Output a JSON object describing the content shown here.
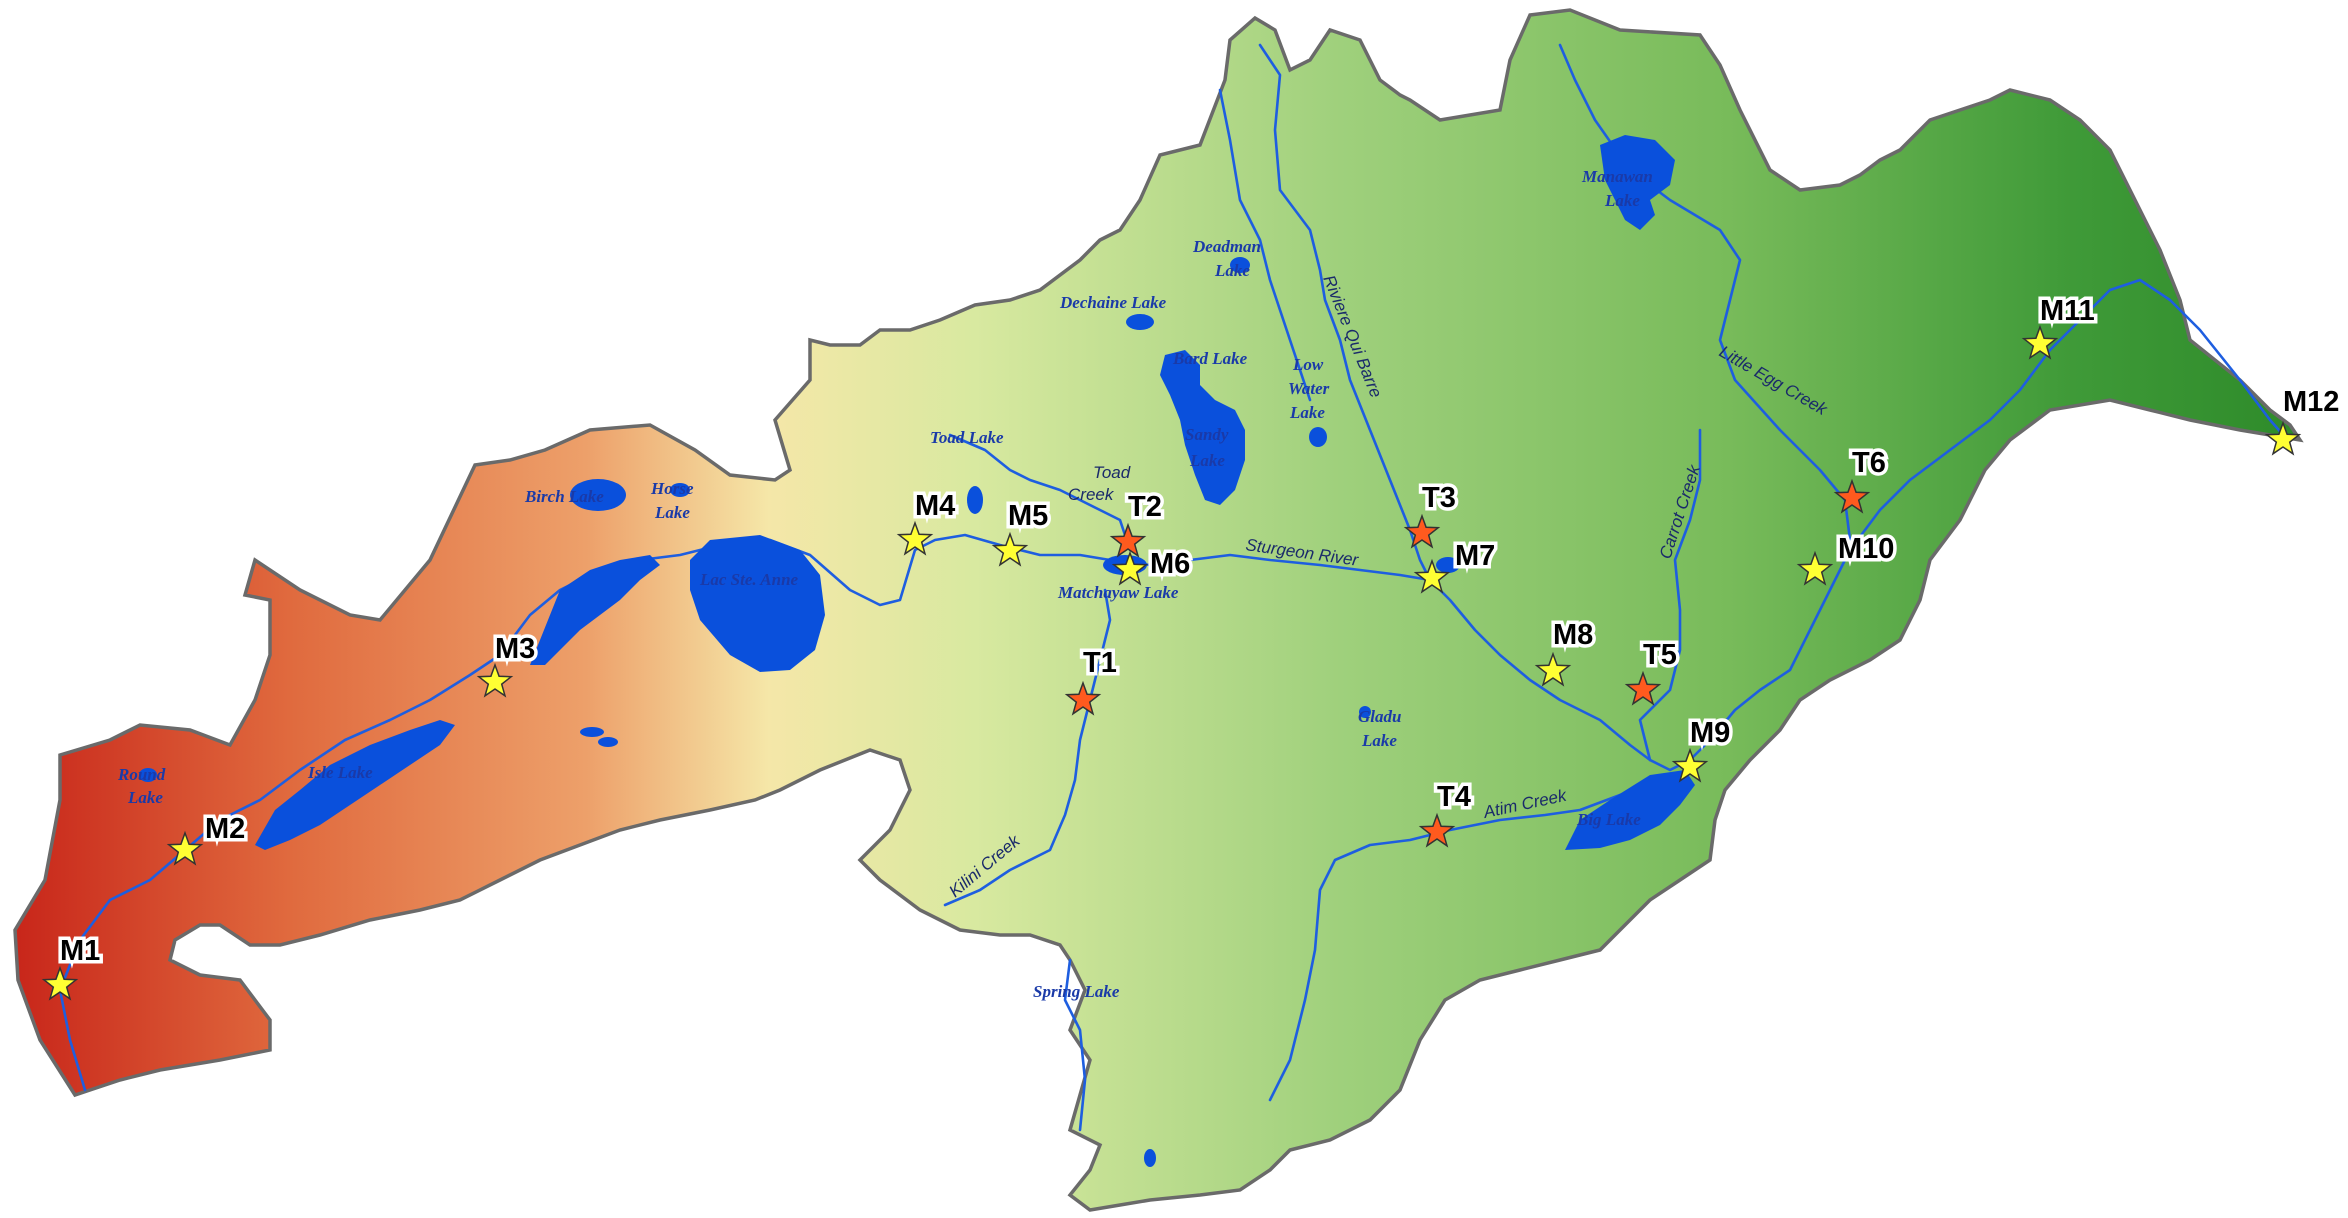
{
  "colors": {
    "lake": "#0a50dc",
    "river": "#1e5ee0",
    "boundary": "#6a6a6a",
    "main_site_star": "#ffff33",
    "tributary_site_star": "#ff5a1e",
    "elevation_high": "#c8261a",
    "elevation_mid": "#f7f2b4",
    "elevation_low": "#2e8b2a"
  },
  "lakes": {
    "birch": "Birch Lake",
    "horse": "Horse Lake",
    "lac_ste_anne": "Lac Ste. Anne",
    "round": "Round Lake",
    "isle": "Isle Lake",
    "toad": "Toad Lake",
    "matchayaw": "Matchayaw Lake",
    "dechaine": "Dechaine Lake",
    "deadman": "Deadman Lake",
    "bard": "Bard Lake",
    "low_water": "Low Water Lake",
    "sandy": "Sandy Lake",
    "manawan": "Manawan Lake",
    "gladu": "Gladu Lake",
    "big": "Big Lake",
    "spring": "Spring Lake"
  },
  "rivers": {
    "sturgeon": "Sturgeon River",
    "toad_creek": "Toad Creek",
    "kilini": "Kilini Creek",
    "qui_barre": "Riviere Qui Barre",
    "little_egg": "Little Egg Creek",
    "carrot": "Carrot Creek",
    "atim": "Atim Creek"
  },
  "sites": {
    "main": [
      "M1",
      "M2",
      "M3",
      "M4",
      "M5",
      "M6",
      "M7",
      "M8",
      "M9",
      "M10",
      "M11",
      "M12"
    ],
    "tributary": [
      "T1",
      "T2",
      "T3",
      "T4",
      "T5",
      "T6"
    ]
  }
}
